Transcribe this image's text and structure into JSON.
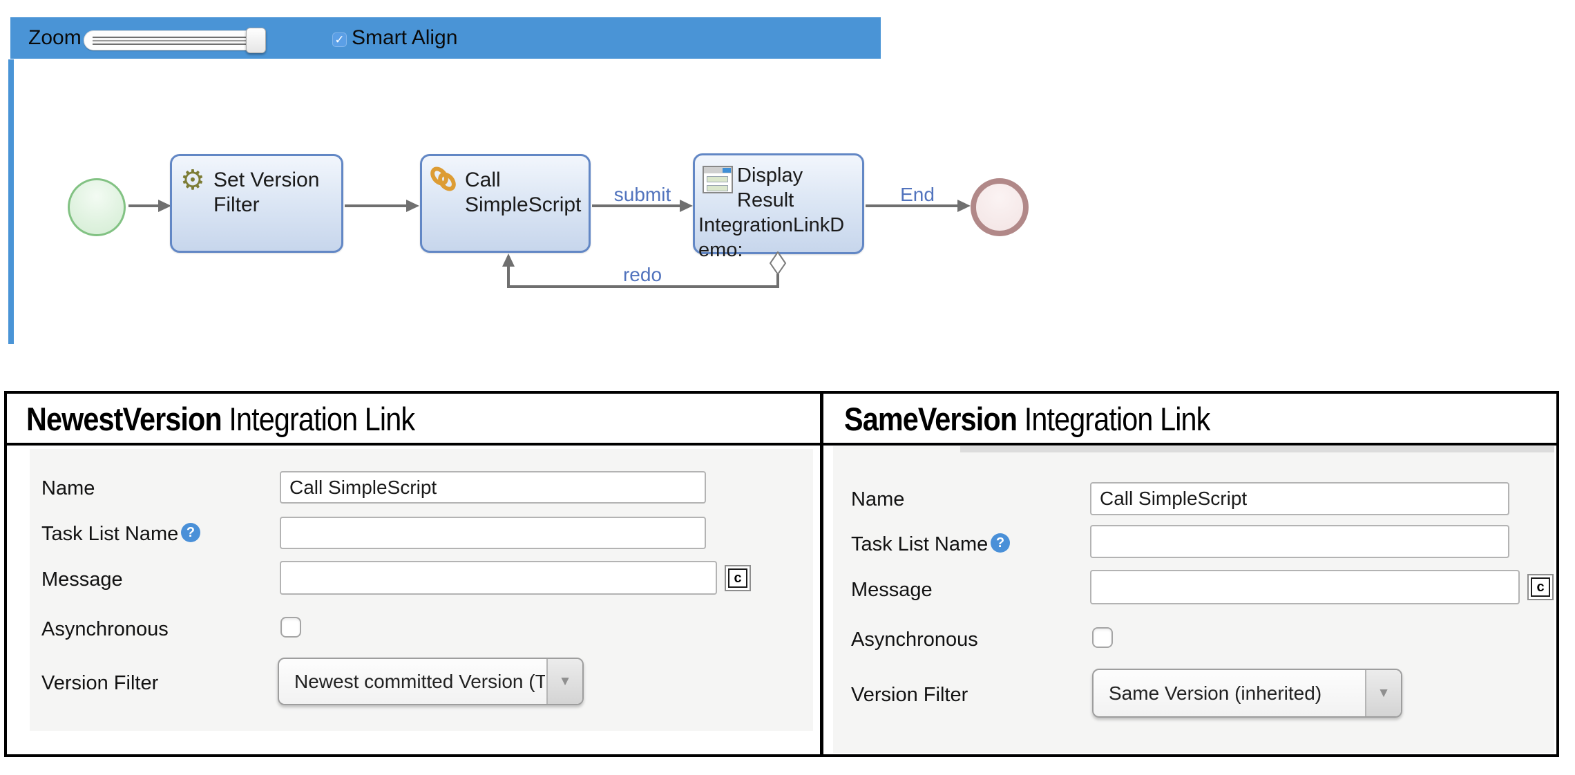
{
  "toolbar": {
    "zoom_label": "Zoom",
    "smart_align_label": "Smart Align",
    "smart_align_checked": true,
    "checkmark_glyph": "✓",
    "zoom_slider_position": "near-max"
  },
  "diagram": {
    "nodes": {
      "set_version": {
        "icon": "gear-icon",
        "line1": "Set Version",
        "line2": "Filter"
      },
      "call_script": {
        "icon": "chain-link-icon",
        "line1": "Call",
        "line2": "SimpleScript"
      },
      "display_result": {
        "icon": "form-window-icon",
        "line1": "Display",
        "line2": "Result",
        "line3": "IntegrationLinkD",
        "line4": "emo:"
      }
    },
    "connectors": {
      "submit_label": "submit",
      "redo_label": "redo",
      "end_label": "End"
    },
    "gear_glyph": "⚙"
  },
  "panels": [
    {
      "title_bold": "NewestVersion",
      "title_rest": " Integration Link",
      "fields": {
        "name_label": "Name",
        "name_value": "Call SimpleScript",
        "task_list_label": "Task List Name",
        "task_list_value": "",
        "help_glyph": "?",
        "message_label": "Message",
        "message_value": "",
        "message_button_glyph": "c",
        "async_label": "Asynchronous",
        "async_checked": false,
        "version_filter_label": "Version Filter",
        "version_filter_value": "Newest committed Version (T",
        "dropdown_arrow_glyph": "▼"
      }
    },
    {
      "title_bold": "SameVersion",
      "title_rest": " Integration Link",
      "fields": {
        "name_label": "Name",
        "name_value": "Call SimpleScript",
        "task_list_label": "Task List Name",
        "task_list_value": "",
        "help_glyph": "?",
        "message_label": "Message",
        "message_value": "",
        "message_button_glyph": "c",
        "async_label": "Asynchronous",
        "async_checked": false,
        "version_filter_label": "Version Filter",
        "version_filter_value": "Same Version (inherited)",
        "dropdown_arrow_glyph": "▼"
      }
    }
  ],
  "colors": {
    "toolbar_blue": "#4a94d6",
    "checkbox_blue": "#5b9fe6",
    "task_border_blue": "#6287c5",
    "task_fill_top": "#f2f6fc",
    "task_fill_bottom": "#c7d6ec",
    "start_event_green": "#82c283",
    "end_event_red": "#b18888",
    "connector_label_blue": "#5173bd",
    "connector_gray": "#6f6f6f",
    "help_badge_blue": "#4a90d8",
    "form_background": "#f5f5f4"
  }
}
